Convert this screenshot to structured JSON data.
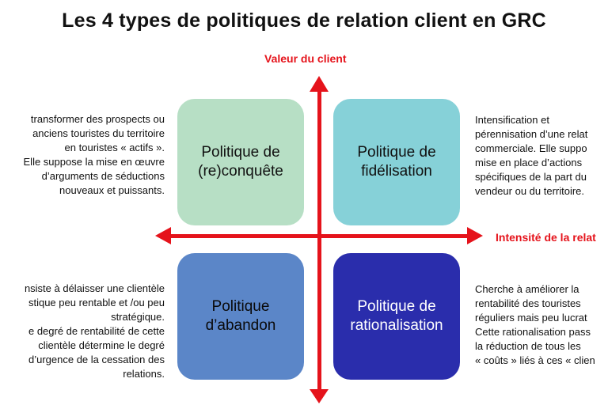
{
  "title": "Les 4 types de politiques de relation client en GRC",
  "axes": {
    "y_label": "Valeur du client",
    "x_label": "Intensité de la relat",
    "color": "#e5131b"
  },
  "quadrants": {
    "top_left": {
      "label": "Politique de\n(re)conquête",
      "color": "#b7dfc5"
    },
    "top_right": {
      "label": "Politique de\nfidélisation",
      "color": "#86d1d8"
    },
    "bottom_left": {
      "label": "Politique\nd’abandon",
      "color": "#5b86c8"
    },
    "bottom_right": {
      "label": "Politique de\nrationalisation",
      "color": "#2a2dac"
    }
  },
  "descriptions": {
    "top_left": "transformer des prospects ou\nanciens touristes du territoire\nen touristes « actifs ».\nElle suppose la mise en œuvre\nd’arguments de séductions\nnouveaux et puissants.",
    "top_right": "Intensification et\npérennisation d’une relat\ncommerciale. Elle suppo\nmise en place d’actions\nspécifiques de la part du\nvendeur ou du territoire.",
    "bottom_left": "nsiste à délaisser une clientèle\nstique peu rentable et /ou peu\nstratégique.\ne degré de rentabilité de cette\nclientèle détermine le degré\nd’urgence de la cessation des\nrelations.",
    "bottom_right": "Cherche à améliorer la\nrentabilité des touristes\nréguliers mais peu lucrat\nCette rationalisation pass\nla réduction de tous les\n« coûts » liés à ces « clien"
  }
}
